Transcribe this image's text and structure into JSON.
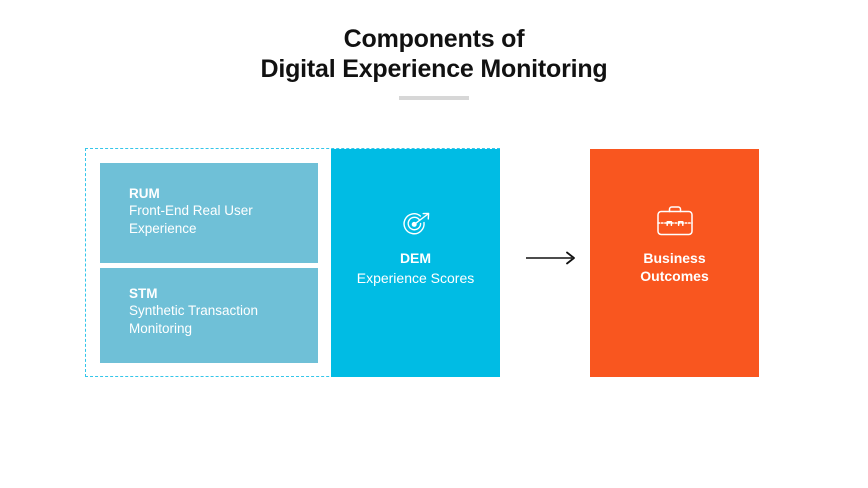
{
  "header": {
    "title_line1": "Components of",
    "title_line2": "Digital Experience Monitoring",
    "divider": "title-divider"
  },
  "colors": {
    "light_blue": "#6FC0D7",
    "cyan": "#00BCE4",
    "orange": "#F9561F",
    "dashed_border": "#35C6EA",
    "divider_grey": "#D7D7D7",
    "text_dark": "#111111",
    "text_light": "#FFFFFF"
  },
  "diagram": {
    "group": {
      "name": "dem-inputs-group",
      "items": [
        {
          "id": "rum",
          "title": "RUM",
          "description": "Front-End Real User Experience",
          "desc_line1": "Front-End Real User",
          "desc_line2": "Experience"
        },
        {
          "id": "stm",
          "title": "STM",
          "description": "Synthetic Transaction Monitoring",
          "desc_line1": "Synthetic Transaction",
          "desc_line2": "Monitoring"
        }
      ]
    },
    "center": {
      "id": "dem",
      "icon": "target-arrow-icon",
      "title": "DEM",
      "description": "Experience Scores"
    },
    "connector": {
      "icon": "right-arrow-icon",
      "direction": "right"
    },
    "result": {
      "id": "business-outcomes",
      "icon": "briefcase-icon",
      "title_line1": "Business",
      "title_line2": "Outcomes"
    }
  }
}
